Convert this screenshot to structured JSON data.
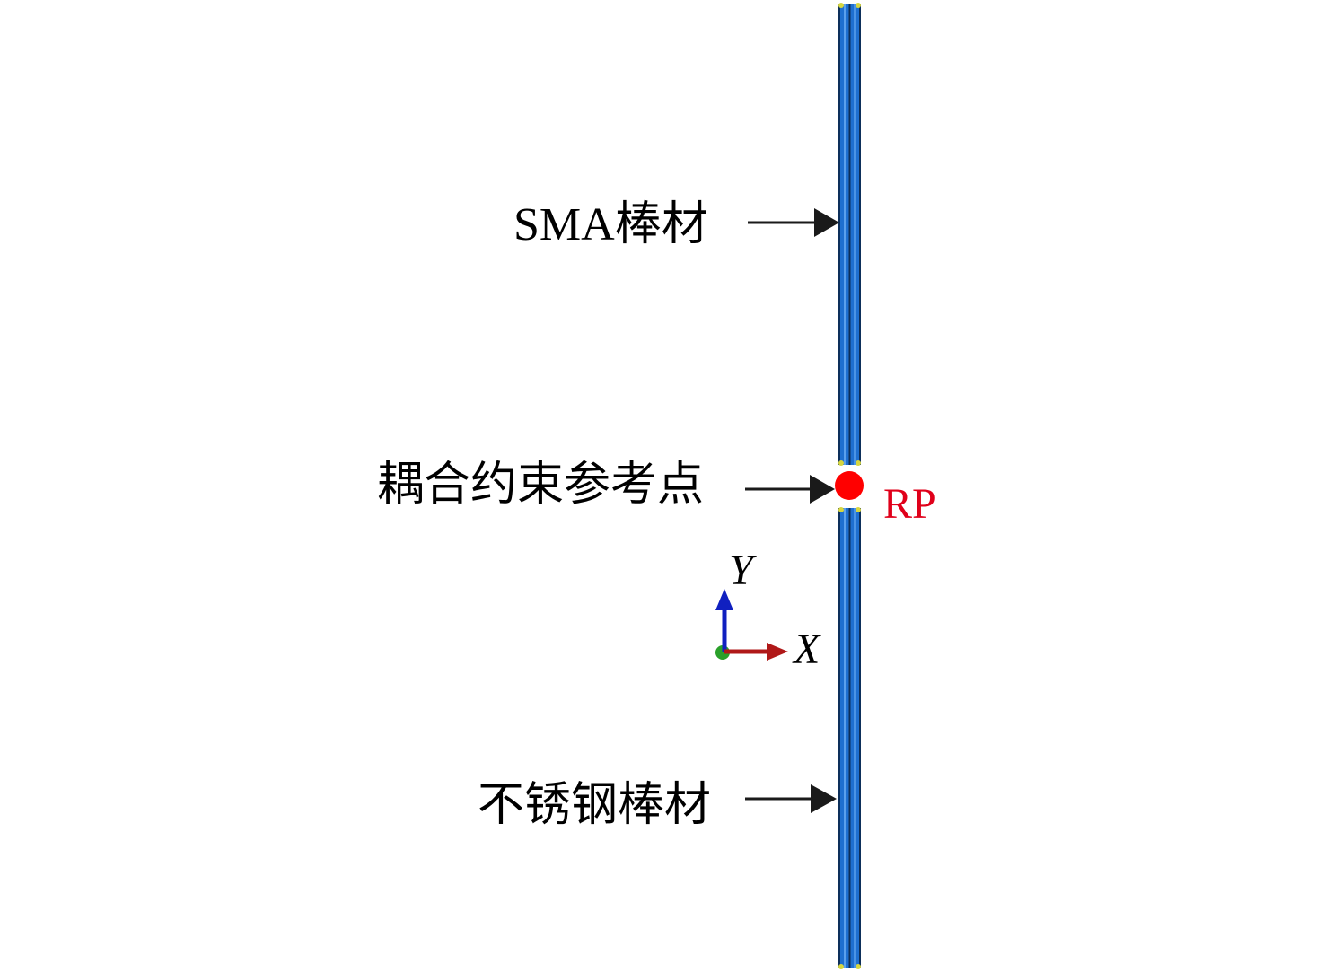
{
  "labels": {
    "sma_rod": "SMA棒材",
    "coupling_reference_point": "耦合约束参考点",
    "stainless_steel_rod": "不锈钢棒材",
    "rp": "RP"
  },
  "axes": {
    "x": "X",
    "y": "Y"
  },
  "colors": {
    "rod_fill": "#1e6fd0",
    "rod_highlight": "#5aa0ee",
    "rod_edge": "#0d2f5a",
    "node_marker": "#d6d640",
    "reference_point": "#ff0000",
    "rp_text": "#e0001a",
    "arrow": "#1a1a1a",
    "axis_x": "#b01818",
    "axis_y": "#1020c0",
    "axis_origin": "#2aa02a"
  }
}
